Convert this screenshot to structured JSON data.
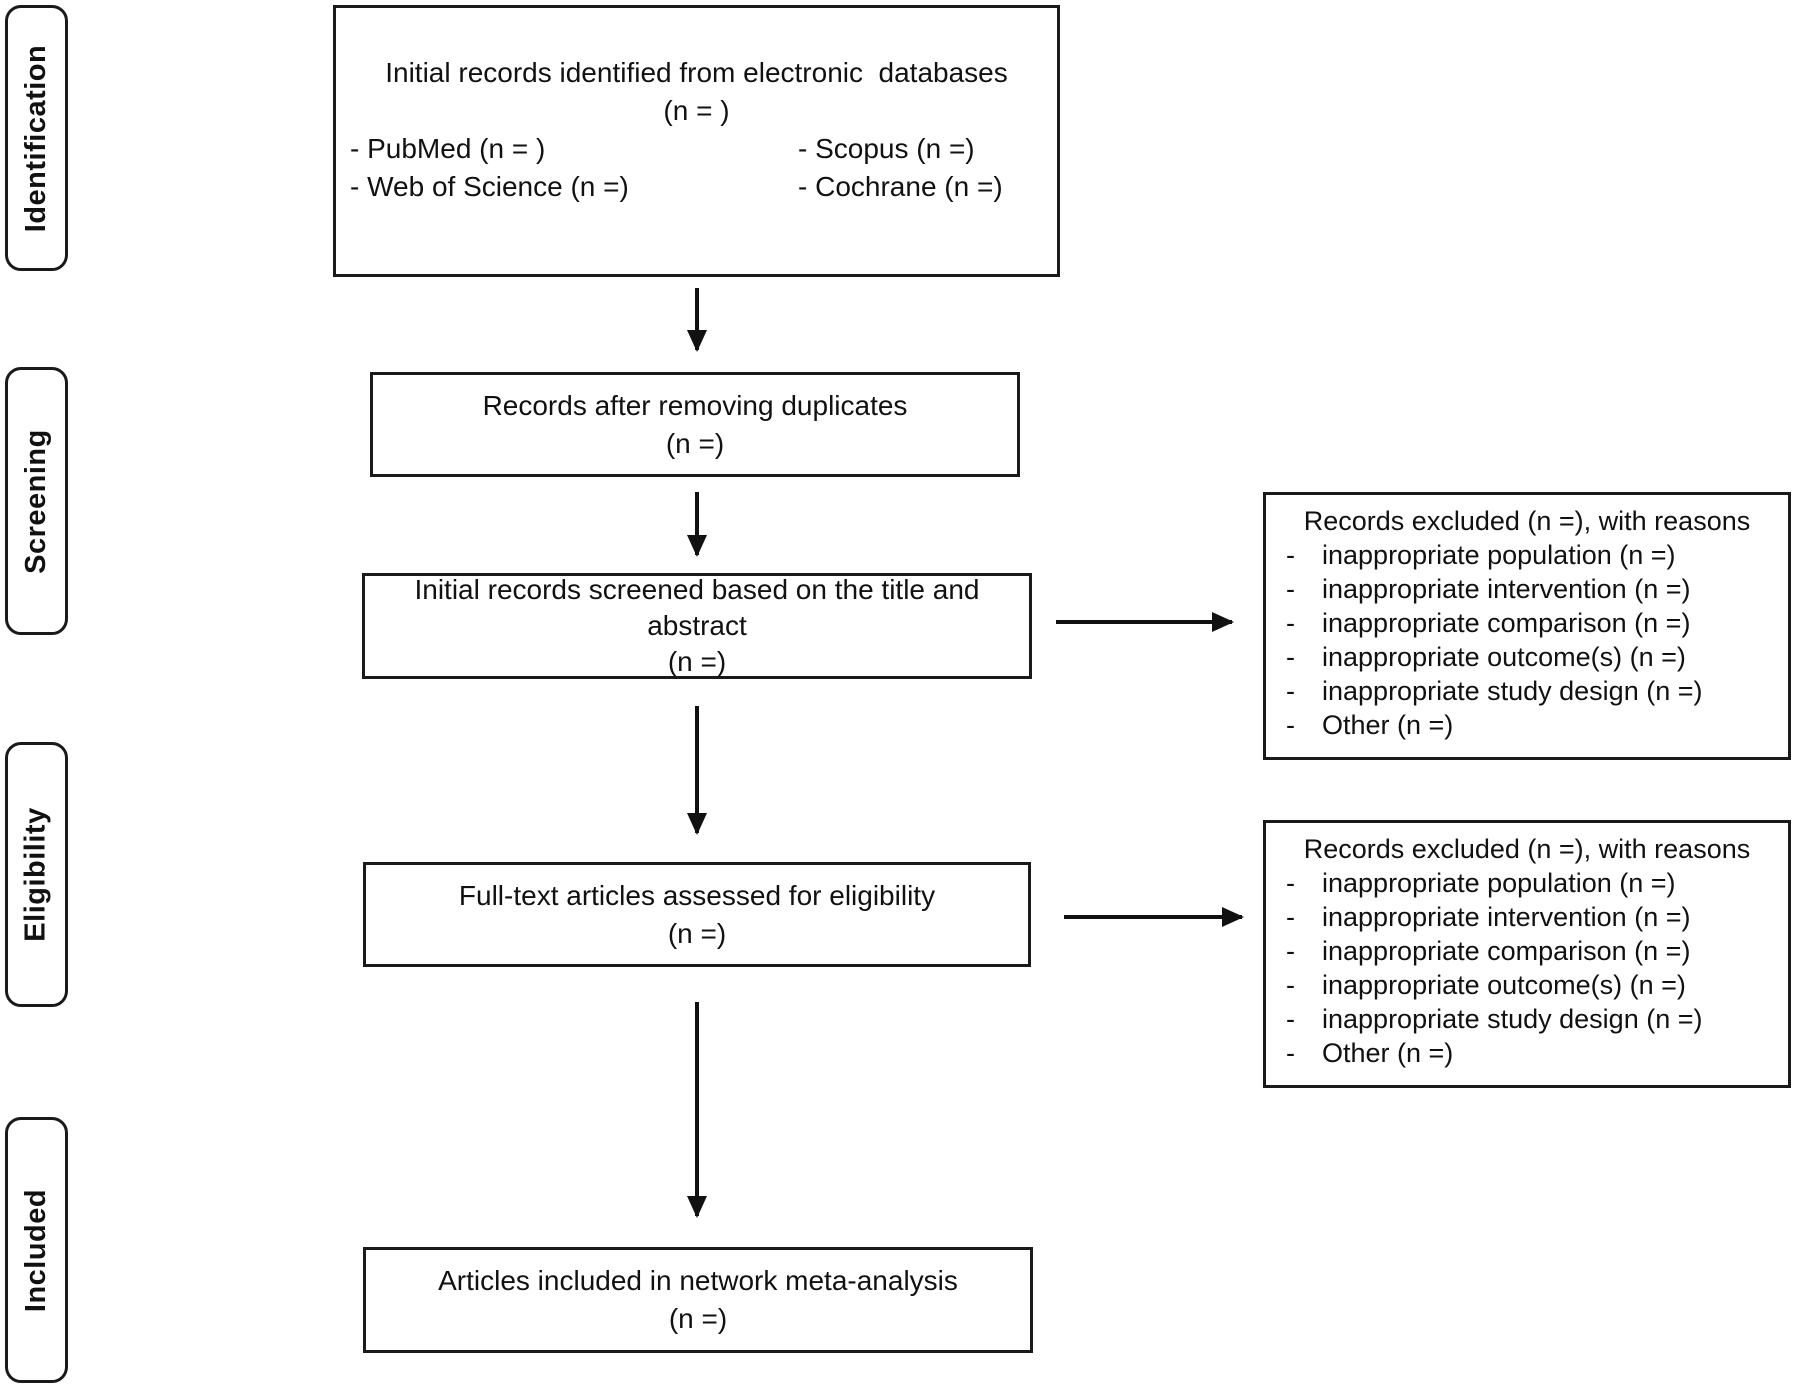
{
  "stages": [
    {
      "label": "Identification"
    },
    {
      "label": "Screening"
    },
    {
      "label": "Eligibility"
    },
    {
      "label": "Included"
    }
  ],
  "boxes": {
    "identified": {
      "title": "Initial records identified from electronic  databases",
      "count": "(n = )",
      "sources_left": [
        "- PubMed (n = )",
        "- Web of Science (n =)"
      ],
      "sources_right": [
        "- Scopus (n =)",
        "- Cochrane (n =)"
      ]
    },
    "duplicates": {
      "title": "Records after removing duplicates",
      "count": "(n =)"
    },
    "screened": {
      "title": "Initial records screened based on the title and abstract",
      "count": "(n =)"
    },
    "fulltext": {
      "title": "Full-text articles assessed for eligibility",
      "count": "(n =)"
    },
    "included": {
      "title": "Articles included in network meta-analysis",
      "count": "(n =)"
    },
    "excluded1": {
      "title": "Records excluded (n =), with reasons",
      "bullet": "-",
      "reasons": [
        "inappropriate population (n =)",
        "inappropriate intervention (n =)",
        "inappropriate comparison (n =)",
        "inappropriate outcome(s) (n =)",
        "inappropriate study design (n =)",
        "Other (n =)"
      ]
    },
    "excluded2": {
      "title": "Records excluded (n =), with reasons",
      "bullet": "-",
      "reasons": [
        "inappropriate population (n =)",
        "inappropriate intervention (n =)",
        "inappropriate comparison (n =)",
        "inappropriate outcome(s) (n =)",
        "inappropriate study design (n =)",
        "Other (n =)"
      ]
    }
  },
  "colors": {
    "ink": "#111111",
    "border": "#1a1a1a",
    "background": "#ffffff"
  }
}
